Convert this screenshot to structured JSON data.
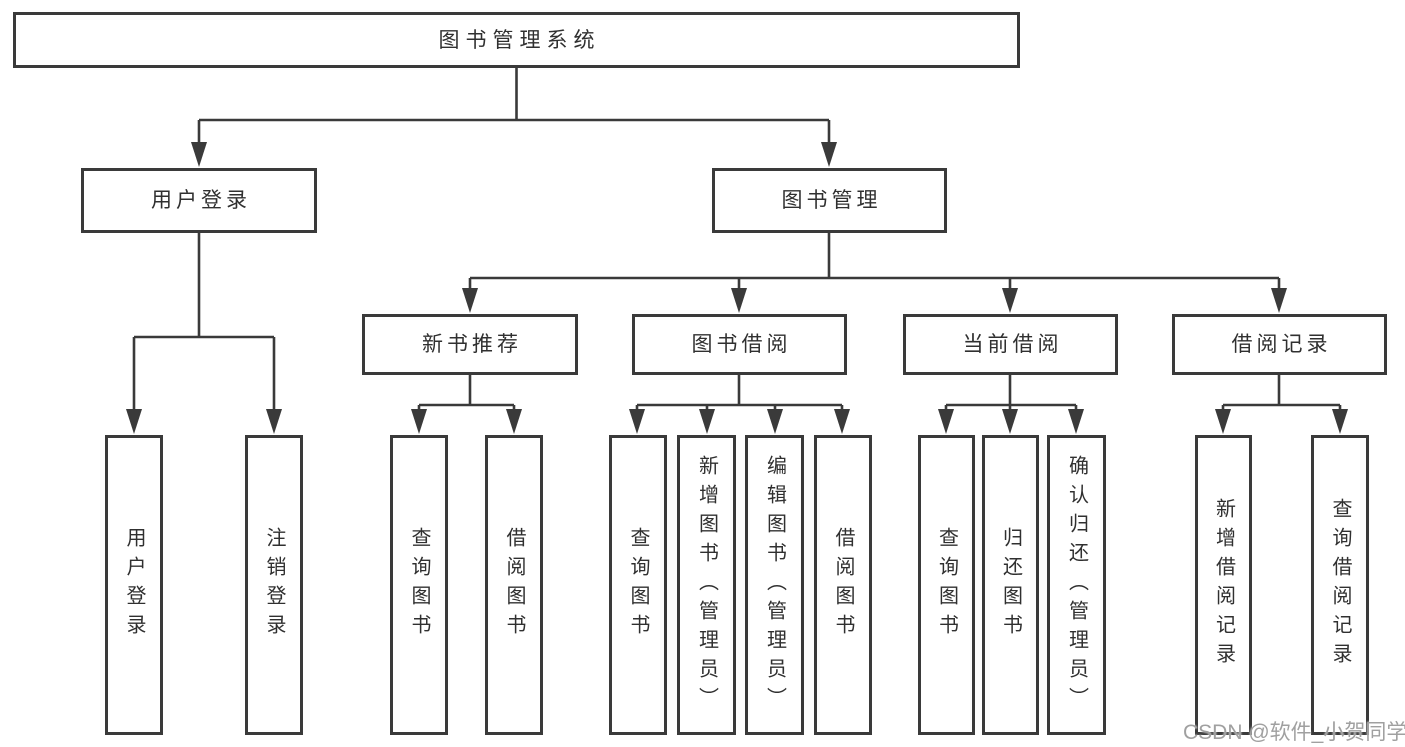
{
  "diagram": {
    "root": {
      "label": "图书管理系统",
      "children": [
        {
          "label": "用户登录",
          "children": [
            {
              "label": "用户登录"
            },
            {
              "label": "注销登录"
            }
          ]
        },
        {
          "label": "图书管理",
          "children": [
            {
              "label": "新书推荐",
              "children": [
                {
                  "label": "查询图书"
                },
                {
                  "label": "借阅图书"
                }
              ]
            },
            {
              "label": "图书借阅",
              "children": [
                {
                  "label": "查询图书"
                },
                {
                  "label": "新增图书（管理员）"
                },
                {
                  "label": "编辑图书（管理员）"
                },
                {
                  "label": "借阅图书"
                }
              ]
            },
            {
              "label": "当前借阅",
              "children": [
                {
                  "label": "查询图书"
                },
                {
                  "label": "归还图书"
                },
                {
                  "label": "确认归还（管理员）"
                }
              ]
            },
            {
              "label": "借阅记录",
              "children": [
                {
                  "label": "新增借阅记录"
                },
                {
                  "label": "查询借阅记录"
                }
              ]
            }
          ]
        }
      ]
    },
    "watermark": "CSDN @软件_小贺同学",
    "colors": {
      "line": "#3a3a3a",
      "text": "#303030",
      "box_background": "#ffffff",
      "watermark": "#a0a0a0",
      "background": "#ffffff"
    }
  }
}
